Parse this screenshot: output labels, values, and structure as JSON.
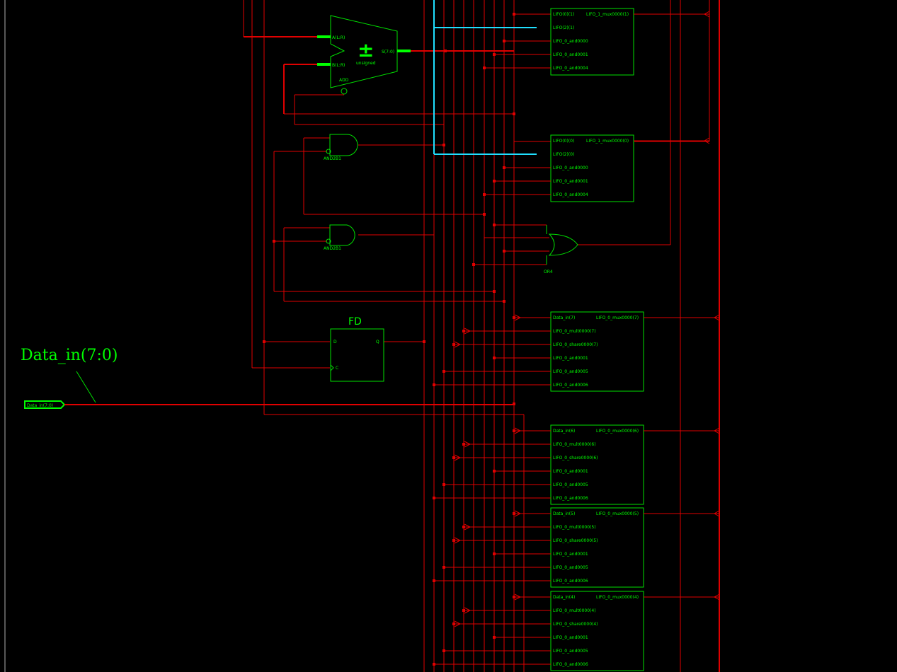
{
  "colors": {
    "background": "#000000",
    "wire": "#e00000",
    "component": "#00e000",
    "highlight": "#20e0ff"
  },
  "adder": {
    "port_a": "A(L:R)",
    "port_b": "B(L:R)",
    "port_s": "S(7:0)",
    "symbol": "±",
    "mode": "unsigned",
    "name": "ADD"
  },
  "gates": {
    "and_top": "AND2B1",
    "and_bottom": "AND2B1",
    "or4": "OR4"
  },
  "flipflop": {
    "title": "FD",
    "d": "D",
    "q": "Q",
    "c": "C"
  },
  "input_port": {
    "label": "Data_in(7:0)",
    "annotation": "Data_in(7:0)"
  },
  "mux1_a": {
    "inputs": [
      "LIFO(0)(1)",
      "LIFO(2)(1)",
      "LIFO_0_and0000",
      "LIFO_0_and0001",
      "LIFO_0_and0004"
    ],
    "output": "LIFO_1_mux0000(1)"
  },
  "mux1_b": {
    "inputs": [
      "LIFO(0)(0)",
      "LIFO(2)(0)",
      "LIFO_0_and0000",
      "LIFO_0_and0001",
      "LIFO_0_and0004"
    ],
    "output": "LIFO_1_mux0000(0)"
  },
  "mux0_7": {
    "inputs": [
      "Data_in(7)",
      "LIFO_0_mult0000(7)",
      "LIFO_0_share0000(7)",
      "LIFO_0_and0001",
      "LIFO_0_and0005",
      "LIFO_0_and0006"
    ],
    "output": "LIFO_0_mux0000(7)"
  },
  "mux0_6": {
    "inputs": [
      "Data_in(6)",
      "LIFO_0_mult0000(6)",
      "LIFO_0_share0000(6)",
      "LIFO_0_and0001",
      "LIFO_0_and0005",
      "LIFO_0_and0006"
    ],
    "output": "LIFO_0_mux0000(6)"
  },
  "mux0_5": {
    "inputs": [
      "Data_in(5)",
      "LIFO_0_mult0000(5)",
      "LIFO_0_share0000(5)",
      "LIFO_0_and0001",
      "LIFO_0_and0005",
      "LIFO_0_and0006"
    ],
    "output": "LIFO_0_mux0000(5)"
  },
  "mux0_4": {
    "inputs": [
      "Data_in(4)",
      "LIFO_0_mult0000(4)",
      "LIFO_0_share0000(4)",
      "LIFO_0_and0001",
      "LIFO_0_and0005",
      "LIFO_0_and0006"
    ],
    "output": "LIFO_0_mux0000(4)"
  }
}
